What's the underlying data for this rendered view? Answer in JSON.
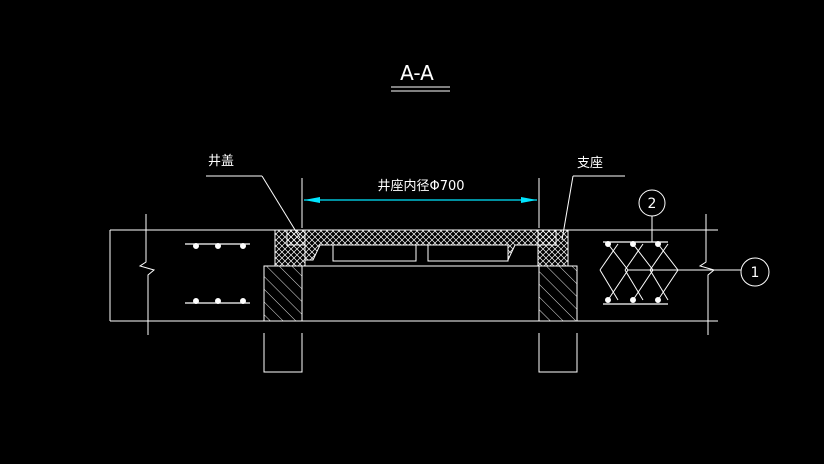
{
  "drawing": {
    "section_title": "A-A",
    "labels": {
      "cover": "井盖",
      "support": "支座",
      "inner_diameter": "井座内径Φ700"
    },
    "callouts": [
      "1",
      "2"
    ]
  },
  "colors": {
    "background": "#000000",
    "line": "#ffffff",
    "dimension": "#00e5ff",
    "hatch": "#ffffff"
  }
}
